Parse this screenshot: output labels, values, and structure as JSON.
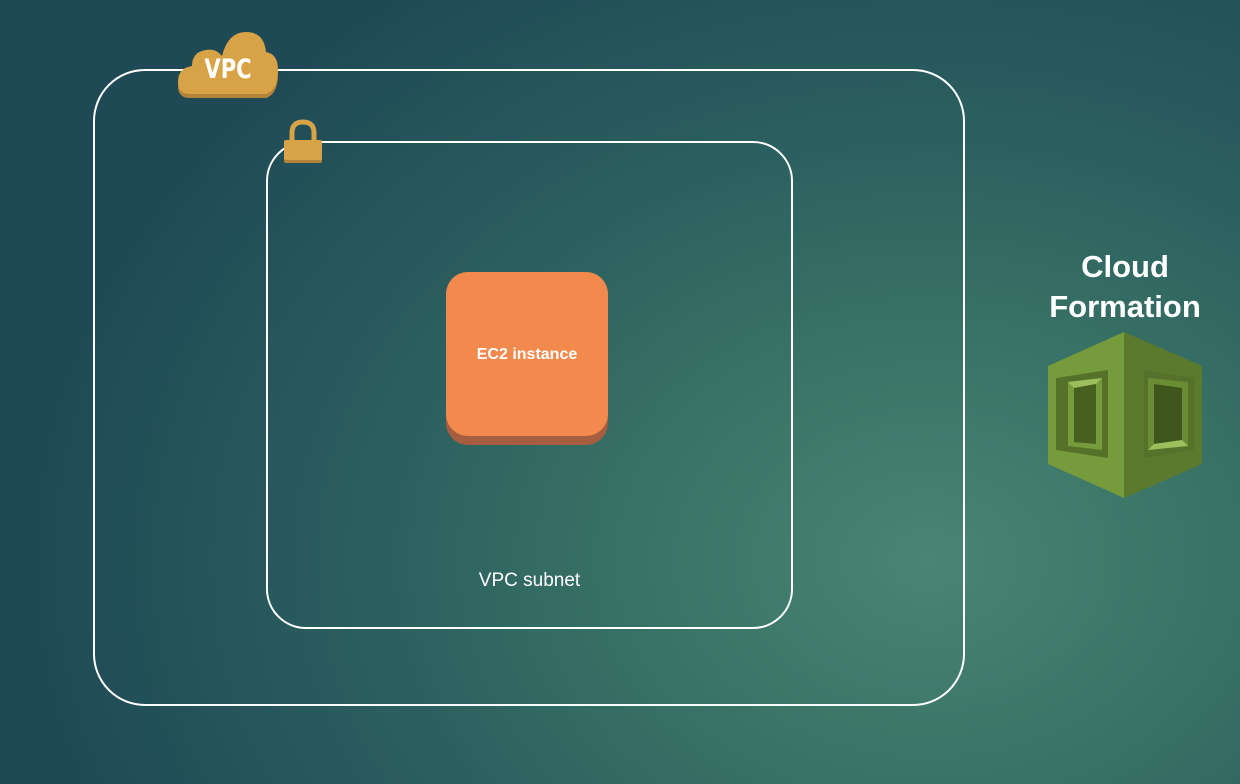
{
  "vpc": {
    "badge_label": "VPC"
  },
  "subnet": {
    "label": "VPC subnet"
  },
  "ec2": {
    "label": "EC2 instance"
  },
  "cloudformation": {
    "title_line1": "Cloud",
    "title_line2": "Formation"
  },
  "colors": {
    "badge_gold": "#d8a347",
    "ec2_orange": "#f38a4d",
    "cloudformation_green": "#769b3c",
    "outline": "#ffffff"
  },
  "icons": [
    "vpc-cloud-icon",
    "lock-icon",
    "cloudformation-icon"
  ]
}
